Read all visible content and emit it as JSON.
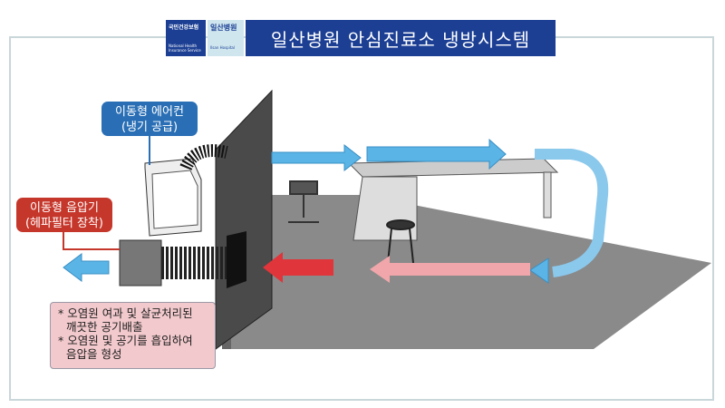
{
  "header": {
    "title": "일산병원 안심진료소 냉방시스템",
    "logo_nhis": {
      "name": "국민건강보험",
      "sub": "National Health Insurance Service"
    },
    "logo_hospital": {
      "name": "일산병원",
      "sub": "Ilsan Hospital"
    }
  },
  "callouts": {
    "air_conditioner": {
      "line1": "이동형 에어컨",
      "line2": "(냉기 공급)"
    },
    "negative_pressure": {
      "line1": "이동형 음압기",
      "line2": "(헤파필터 장착)"
    }
  },
  "notes": [
    "* 오염원 여과 및 살균처리된",
    "  깨끗한 공기배출",
    "* 오염원 및 공기를 흡입하여",
    "  음압을 형성"
  ],
  "colors": {
    "header": "#1c3f94",
    "ac_callout": "#2a6fb5",
    "neg_callout": "#c6372b",
    "note_bg": "#f2c9cc",
    "cold_air": "#5ab4e6",
    "exhaust": "#e0353a"
  }
}
